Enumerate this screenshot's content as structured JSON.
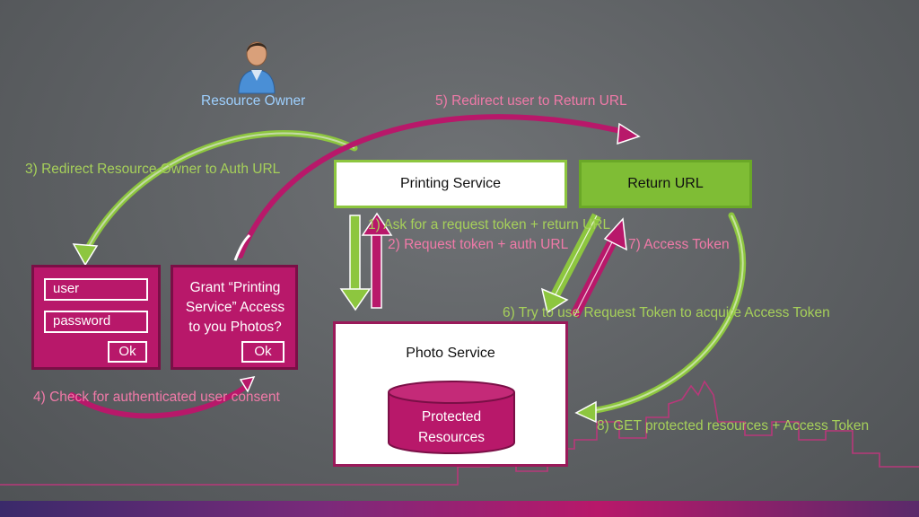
{
  "actor": {
    "label": "Resource  Owner",
    "icon": "person-icon"
  },
  "boxes": {
    "printing_service": "Printing Service",
    "return_url": "Return URL",
    "photo_service": "Photo Service",
    "protected_line1": "Protected",
    "protected_line2": "Resources"
  },
  "login": {
    "user_placeholder": "user",
    "password_placeholder": "password",
    "ok": "Ok"
  },
  "grant": {
    "line1": "Grant “Printing",
    "line2": "Service” Access",
    "line3": "to you Photos?",
    "ok": "Ok"
  },
  "steps": {
    "s1": "1) Ask for a request token + return URL",
    "s2": "2) Request token + auth URL",
    "s3": "3) Redirect Resource  Owner to Auth URL",
    "s4": "4) Check for authenticated user consent",
    "s5": "5) Redirect user to Return URL",
    "s6": "6) Try to use Request Token to acquire Access Token",
    "s7": "7) Access Token",
    "s8": "8) GET protected resources + Access Token"
  },
  "colors": {
    "green": "#8dc63f",
    "magenta": "#b8186a",
    "label_green": "#a6d05a",
    "label_pink": "#f07aa8"
  }
}
